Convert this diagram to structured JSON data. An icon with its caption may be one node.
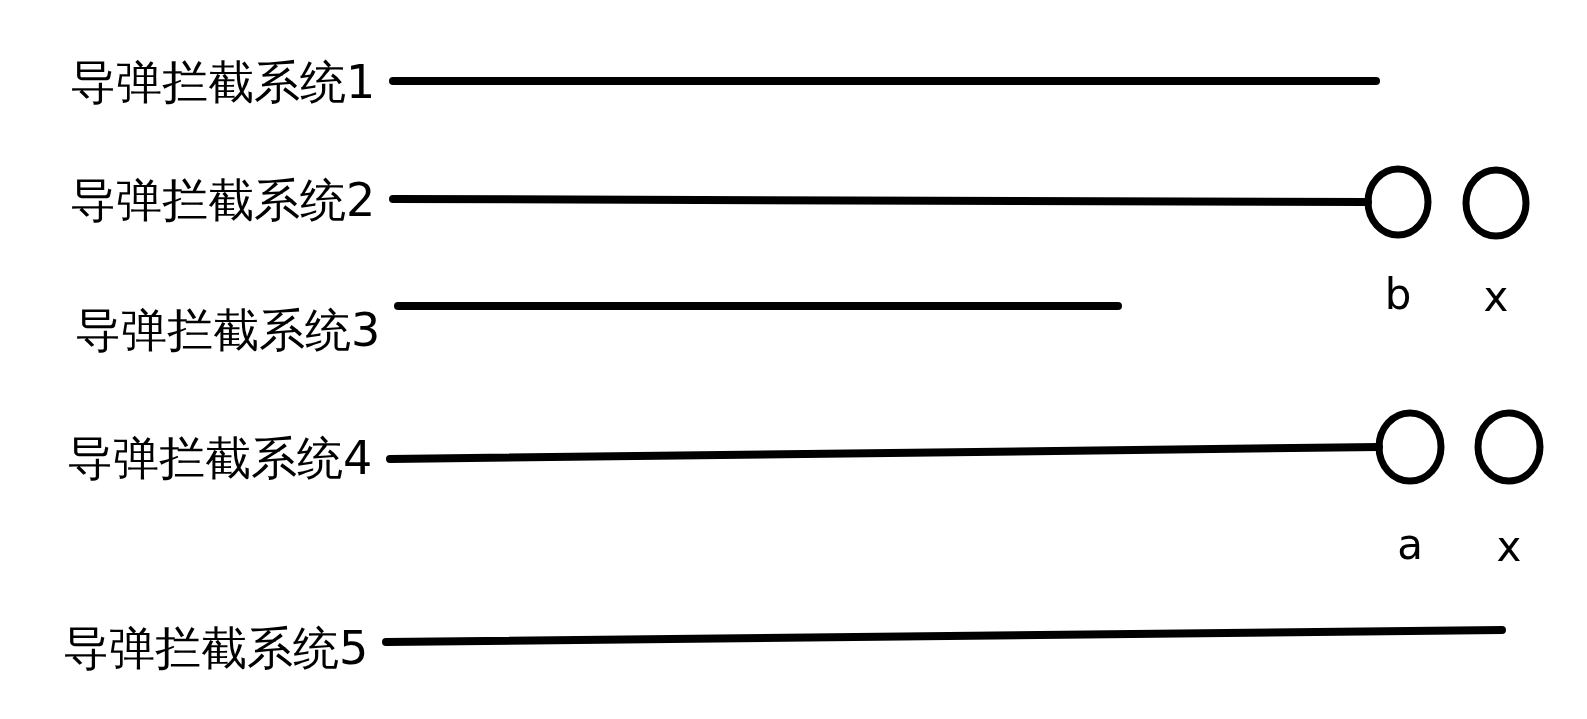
{
  "diagram": {
    "nodes": [
      {
        "text": [
          "导弹拦截系统1"
        ]
      },
      {
        "text": [
          "导弹拦截系统2"
        ]
      },
      {
        "text": [],
        "shape": "circle",
        "beside": [
          "b"
        ]
      },
      {
        "text": [],
        "shape": "circle",
        "beside": [
          "x"
        ]
      },
      {
        "text": [
          "导弹拦截系统3"
        ]
      },
      {
        "text": [
          "导弹拦截系统4"
        ]
      },
      {
        "text": [],
        "shape": "circle",
        "beside": [
          "a"
        ]
      },
      {
        "text": [],
        "shape": "circle",
        "beside": [
          "x"
        ]
      },
      {
        "text": [
          "导弹拦截系统5"
        ]
      }
    ],
    "edges": [
      {
        "from": 0,
        "to": null,
        "arrow": "none"
      },
      {
        "from": 1,
        "to": 2,
        "arrow": "none"
      },
      {
        "from": 4,
        "to": null,
        "arrow": "none"
      },
      {
        "from": 5,
        "to": 6,
        "arrow": "none"
      },
      {
        "from": 8,
        "to": null,
        "arrow": "none"
      }
    ]
  }
}
